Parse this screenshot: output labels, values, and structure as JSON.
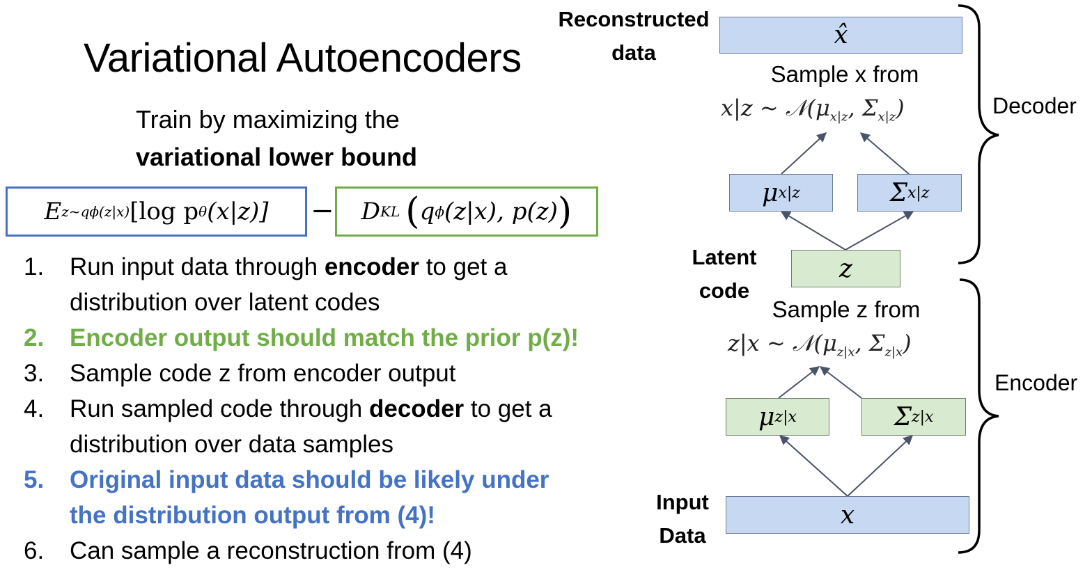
{
  "slide": {
    "title": "Variational Autoencoders",
    "subtitle_line1": "Train by maximizing the",
    "subtitle_line2_bold": "variational lower bound"
  },
  "equation": {
    "expectation_term": {
      "E": "E",
      "E_sub": "z~qϕ(z|x)",
      "body": "[log p",
      "p_sub": "θ",
      "tail": "(x|z)]"
    },
    "minus": "−",
    "kl_term": {
      "D": "D",
      "D_sub": "KL",
      "open": "(",
      "q": "q",
      "q_sub": "ϕ",
      "body": "(z|x), p(z)",
      "close": ")"
    },
    "expectation_border_color": "#4472c4",
    "kl_border_color": "#70ad47"
  },
  "steps": [
    {
      "num": "1.",
      "parts": [
        {
          "t": "Run input data through "
        },
        {
          "t": "encoder",
          "b": true
        },
        {
          "t": " to get a\ndistribution over latent codes"
        }
      ],
      "color": "default"
    },
    {
      "num": "2.",
      "text": "Encoder output should match the prior p(z)!",
      "color": "green"
    },
    {
      "num": "3.",
      "text": "Sample code z from encoder output",
      "color": "default"
    },
    {
      "num": "4.",
      "parts": [
        {
          "t": "Run sampled code through "
        },
        {
          "t": "decoder",
          "b": true
        },
        {
          "t": " to get a\ndistribution over data samples"
        }
      ],
      "color": "default"
    },
    {
      "num": "5.",
      "text": "Original input data should be likely under\nthe distribution output from (4)!",
      "color": "blue"
    },
    {
      "num": "6.",
      "text": "Can sample a reconstruction from (4)",
      "color": "default"
    }
  ],
  "colors": {
    "green_accent": "#70ad47",
    "blue_accent": "#4472c4",
    "blue_box_fill": "#c6d8f2",
    "green_box_fill": "#d8eacf",
    "arrow": "#4a5468"
  },
  "diagram": {
    "labels": {
      "reconstructed": "Reconstructed\ndata",
      "latent": "Latent\ncode",
      "input": "Input\nData",
      "decoder": "Decoder",
      "encoder": "Encoder"
    },
    "nodes": {
      "x_hat": {
        "symbol": "x̂"
      },
      "mu_x_given_z": {
        "symbol": "μ",
        "sub": "x|z"
      },
      "sigma_x_given_z": {
        "symbol": "Σ",
        "sub": "x|z"
      },
      "z": {
        "symbol": "z"
      },
      "mu_z_given_x": {
        "symbol": "μ",
        "sub": "z|x"
      },
      "sigma_z_given_x": {
        "symbol": "Σ",
        "sub": "z|x"
      },
      "x": {
        "symbol": "x"
      }
    },
    "decoder_sample": {
      "text": "Sample x from",
      "lhs": "x|z ~ 𝒩(μ",
      "sub1": "x|z",
      "mid": ", Σ",
      "sub2": "x|z",
      "rhs": ")"
    },
    "encoder_sample": {
      "text": "Sample z from",
      "lhs": "z|x ~ 𝒩(μ",
      "sub1": "z|x",
      "mid": ", Σ",
      "sub2": "z|x",
      "rhs": ")"
    }
  }
}
